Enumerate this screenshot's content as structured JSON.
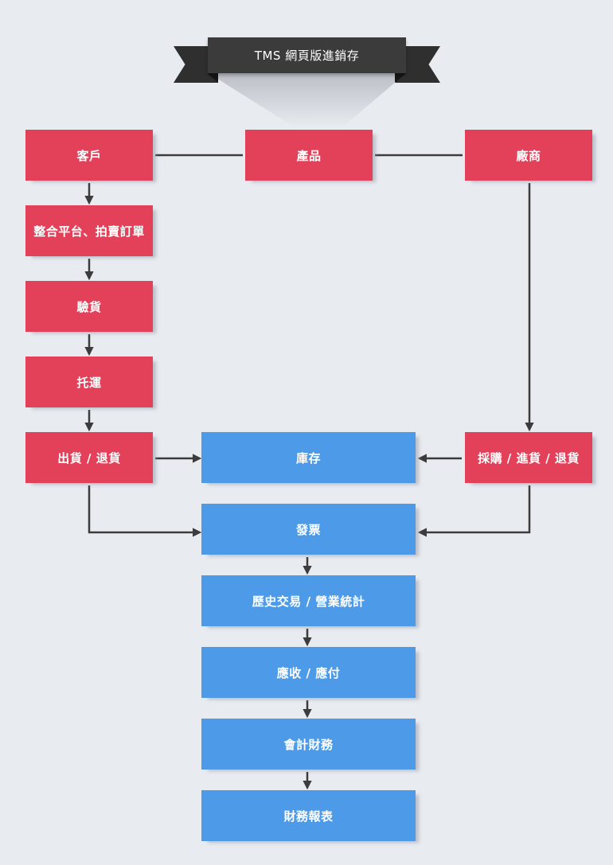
{
  "colors": {
    "background": "#e8ebf0",
    "red_box": "#e3405a",
    "blue_box": "#4d9be8",
    "ribbon": "#3b3b3b",
    "connector": "#3c3c3c"
  },
  "banner": {
    "title": "TMS 網頁版進銷存"
  },
  "nodes": {
    "customer": "客戶",
    "product": "產品",
    "vendor": "廠商",
    "order_integration": "整合平台、拍賣訂單",
    "inspection": "驗貨",
    "shipping": "托運",
    "ship_return": "出貨 / 退貨",
    "inventory": "庫存",
    "purchase": "採購 / 進貨 / 退貨",
    "invoice": "發票",
    "history_stats": "歷史交易 / 營業統計",
    "receivable_payable": "應收 / 應付",
    "accounting": "會計財務",
    "financial_reports": "財務報表"
  }
}
